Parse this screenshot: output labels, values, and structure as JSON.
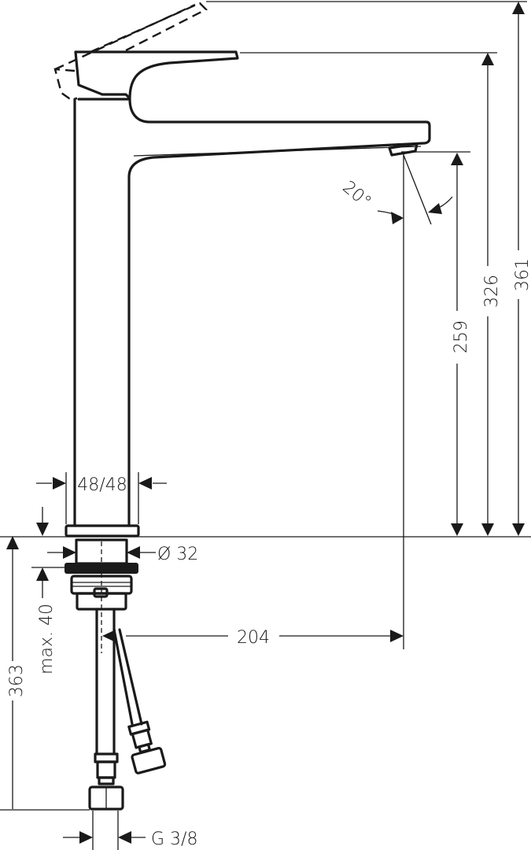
{
  "drawing": {
    "title": "Basin mixer dimension drawing",
    "colors": {
      "line": "#1a1a1a",
      "background": "#ffffff"
    },
    "dimensions": {
      "total_height": "361",
      "lever_height": "326",
      "spout_height": "259",
      "spout_angle": "20°",
      "body_base": "48/48",
      "shank_diameter": "Ø 32",
      "max_thickness": "max. 40",
      "spout_reach": "204",
      "hose_length": "363",
      "connection_thread": "G 3/8"
    }
  }
}
